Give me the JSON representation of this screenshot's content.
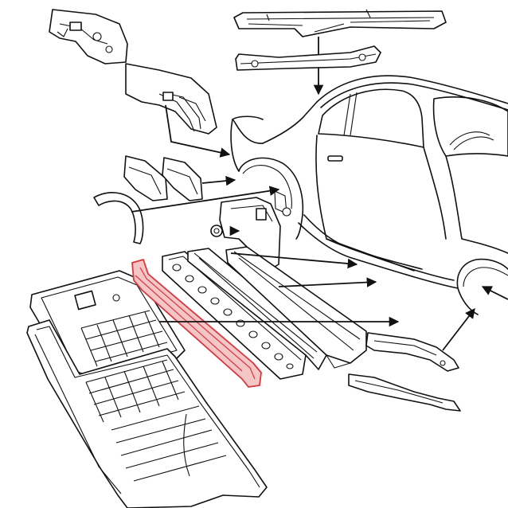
{
  "diagram": {
    "type": "exploded-body-panel-illustration",
    "colors": {
      "line": "#111111",
      "background": "#ffffff",
      "highlight_fill": "#f4c6c6",
      "highlight_stroke": "#d9363e"
    },
    "highlighted_part": "heater-channel-rail",
    "parts": [
      "front-wheelhouse-upper-panel",
      "front-wheelhouse-lower-panel",
      "roof-header-panel",
      "windshield-header-rail",
      "fender-patch-front",
      "fender-patch-rear",
      "wheel-arch-lip",
      "rocker-inner-panel",
      "jack-point-plug",
      "floor-pan-left",
      "floor-pan-full",
      "heater-channel-rail",
      "perforated-sill-rail",
      "outer-sill-rail",
      "inner-sill-rail",
      "rear-sill-extension",
      "rear-corner-bracket",
      "car-body"
    ]
  }
}
